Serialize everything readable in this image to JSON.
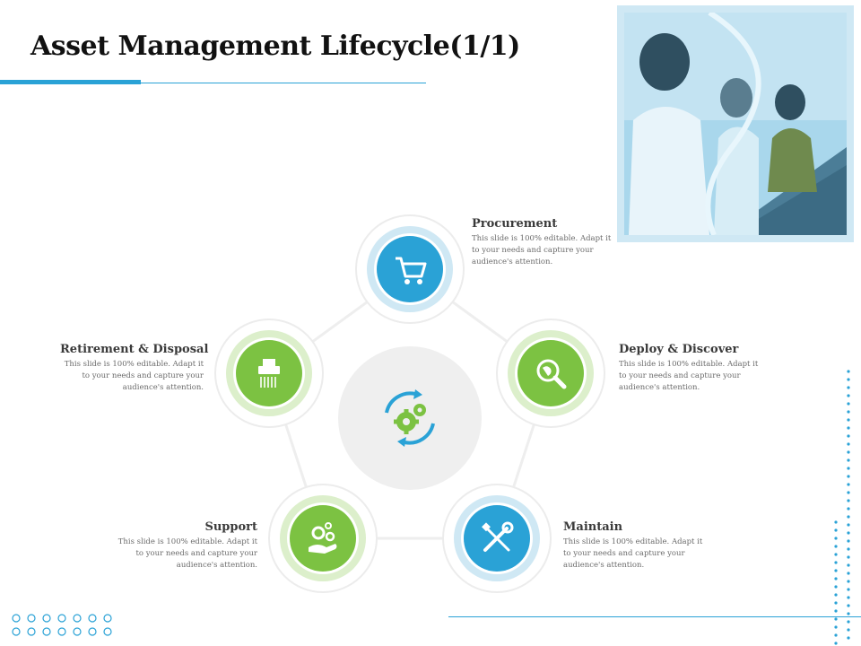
{
  "title": "Asset Management Lifecycle(1/1)",
  "colors": {
    "blue": "#2aa2d6",
    "green": "#7cc242",
    "light_blue": "#cfe8f4",
    "light_green": "#dcefcb",
    "gray": "#efefef"
  },
  "center": {
    "icon": "gears-cycle-icon"
  },
  "steps": [
    {
      "title": "Procurement",
      "desc": "This slide is 100% editable. Adapt it to your needs and capture your audience's attention.",
      "icon": "shopping-cart-icon",
      "color": "blue"
    },
    {
      "title": "Deploy & Discover",
      "desc": "This slide is 100% editable. Adapt it to your needs and capture your audience's attention.",
      "icon": "globe-search-icon",
      "color": "green"
    },
    {
      "title": "Maintain",
      "desc": "This slide is 100% editable. Adapt it to your needs and capture your audience's attention.",
      "icon": "tools-icon",
      "color": "blue"
    },
    {
      "title": "Support",
      "desc": "This slide is 100% editable. Adapt it to your needs and capture your audience's attention.",
      "icon": "hand-gears-icon",
      "color": "green"
    },
    {
      "title": "Retirement & Disposal",
      "desc": "This slide is 100% editable. Adapt it to your needs and capture your audience's attention.",
      "icon": "shredder-icon",
      "color": "green"
    }
  ]
}
